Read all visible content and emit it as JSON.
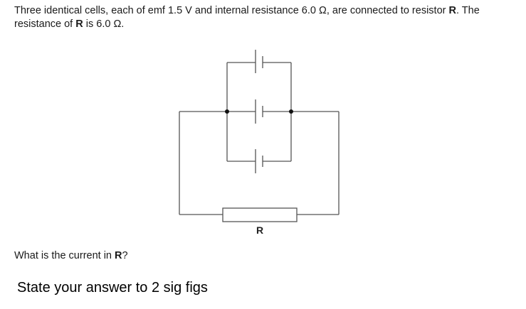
{
  "question": {
    "part1": "Three identical cells, each of emf 1.5 V and internal resistance 6.0 Ω, are connected to resistor ",
    "r_bold": "R",
    "part2": ". The resistance of ",
    "r_bold_2": "R",
    "part3": " is 6.0 Ω."
  },
  "diagram": {
    "resistor_label": "R"
  },
  "prompt": {
    "prefix": "What is the current in ",
    "r_bold": "R",
    "suffix": "?"
  },
  "instruction": "State your answer to 2 sig figs"
}
